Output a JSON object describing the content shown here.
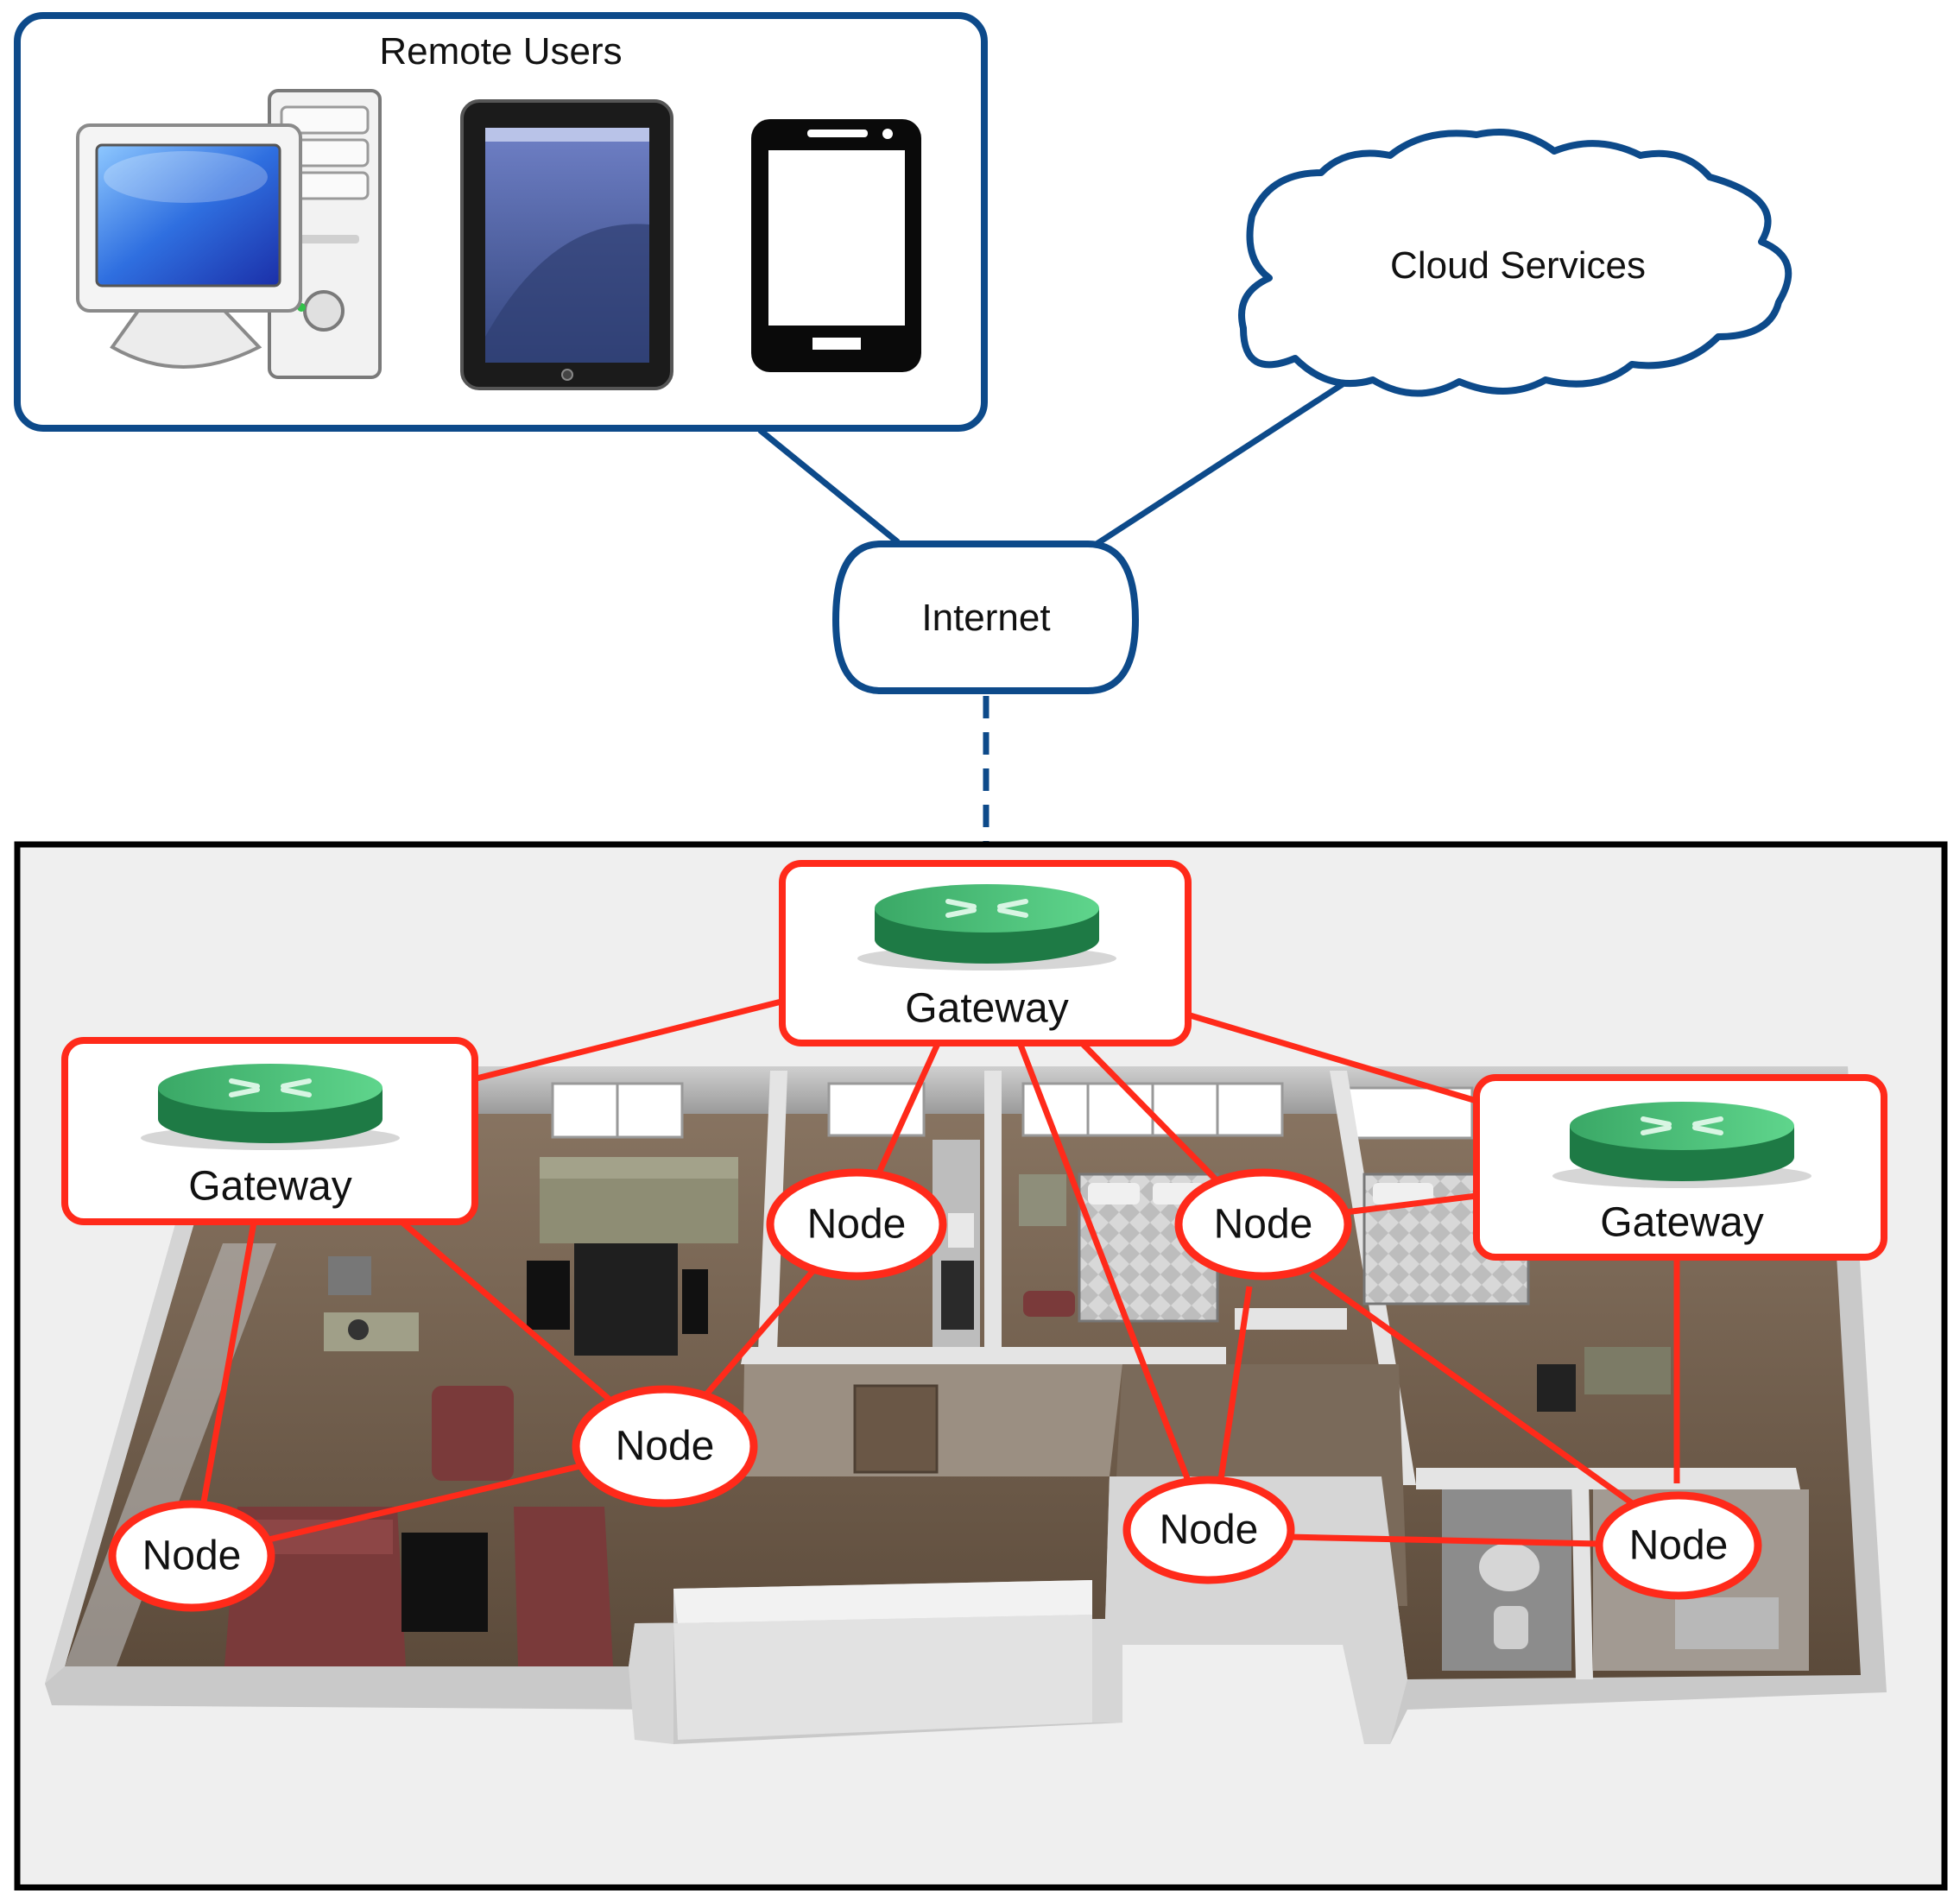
{
  "remote_users": {
    "title": "Remote Users"
  },
  "cloud": {
    "label": "Cloud Services"
  },
  "internet": {
    "label": "Internet"
  },
  "gateways": [
    {
      "id": "gateway-top",
      "label": "Gateway"
    },
    {
      "id": "gateway-left",
      "label": "Gateway"
    },
    {
      "id": "gateway-right",
      "label": "Gateway"
    }
  ],
  "nodes": [
    {
      "id": "node-kitchen",
      "label": "Node"
    },
    {
      "id": "node-bedroom",
      "label": "Node"
    },
    {
      "id": "node-living",
      "label": "Node"
    },
    {
      "id": "node-left",
      "label": "Node"
    },
    {
      "id": "node-hall",
      "label": "Node"
    },
    {
      "id": "node-right",
      "label": "Node"
    }
  ],
  "colors": {
    "network_blue": "#0d4a8a",
    "mesh_red": "#ff2a1a",
    "router_green": "#2f9a59",
    "house_floor": "#6f5a46",
    "house_wall": "#d9d9d9",
    "house_bg": "#efefef",
    "sofa": "#7a3a3a"
  },
  "icons": [
    "desktop-computer-icon",
    "tablet-icon",
    "smartphone-icon",
    "router-icon",
    "cloud-icon"
  ]
}
